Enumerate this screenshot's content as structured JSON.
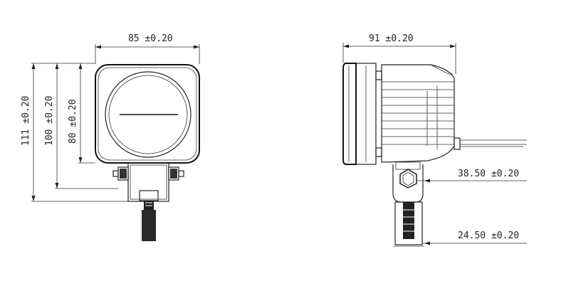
{
  "front_view": {
    "width_dim": "85 ±0.20",
    "height_111": "111 ±0.20",
    "height_100": "100 ±0.20",
    "height_80": "80 ±0.20"
  },
  "side_view": {
    "depth_dim": "91 ±0.20",
    "bracket_dim": "38.50 ±0.20",
    "bolt_dim": "24.50 ±0.20"
  }
}
